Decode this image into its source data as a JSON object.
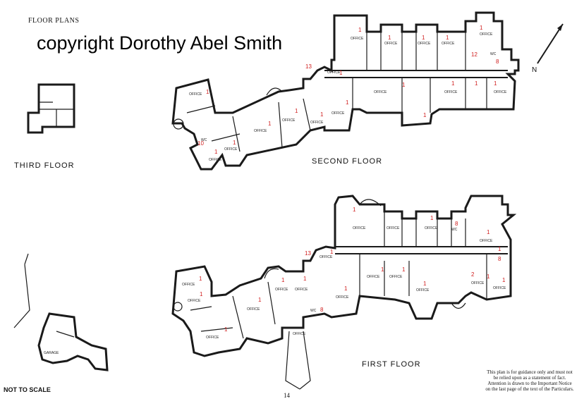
{
  "header": {
    "title": "FLOOR PLANS"
  },
  "watermark": {
    "text": "copyright Dorothy Abel Smith"
  },
  "floors": {
    "third": "THIRD FLOOR",
    "second": "SECOND FLOOR",
    "first": "FIRST FLOOR"
  },
  "footer": {
    "scale_note": "NOT TO SCALE",
    "page_number": "14",
    "disclaimer": "This plan is for guidance only and must not be relied upon as a statement of fact. Attention is drawn to the Important Notice on the last page of the text of the Particulars."
  },
  "room_labels": {
    "office": "OFFICE",
    "wc": "WC",
    "garage": "GARAGE"
  },
  "room_numbers": {
    "one": "1",
    "two": "2",
    "eight": "8",
    "ten": "10",
    "twelve": "12",
    "thirteen": "13"
  },
  "compass": {
    "label": "N"
  }
}
